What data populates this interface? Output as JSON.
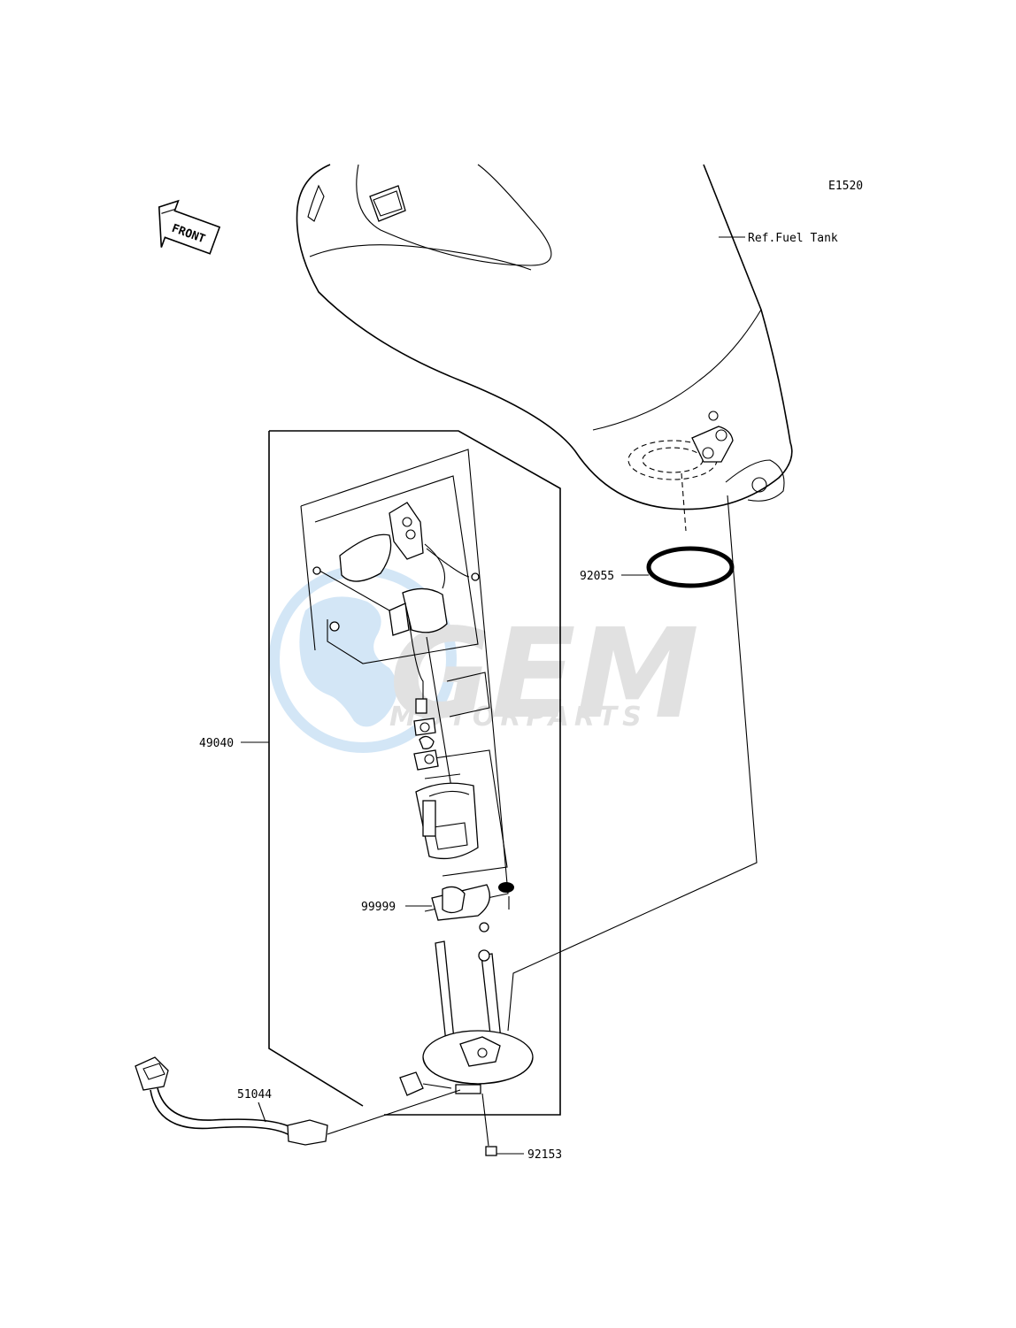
{
  "diagram_code": "E1520",
  "reference_label": "Ref.Fuel Tank",
  "front_arrow_label": "FRONT",
  "watermark": {
    "brand": "GEM",
    "sub": "MOTORPARTS"
  },
  "callouts": {
    "fuel_pump_assy": "49040",
    "o_ring": "92055",
    "gasket": "99999",
    "lead_wire": "51044",
    "bolt": "92153"
  }
}
